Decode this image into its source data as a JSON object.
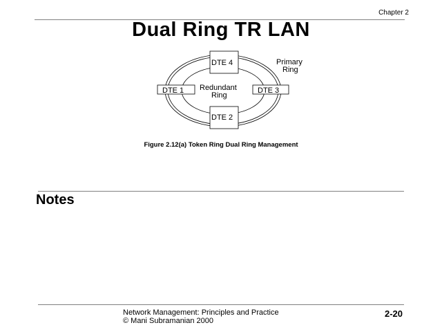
{
  "header": {
    "chapter": "Chapter 2"
  },
  "slide": {
    "title": "Dual Ring TR LAN"
  },
  "figure": {
    "nodes": [
      "DTE 4",
      "DTE 1",
      "DTE 3",
      "DTE 2"
    ],
    "primary_label_1": "Primary",
    "primary_label_2": "Ring",
    "redundant_label_1": "Redundant",
    "redundant_label_2": "Ring",
    "caption": "Figure 2.12(a) Token Ring Dual Ring Management"
  },
  "notes": {
    "heading": "Notes"
  },
  "footer": {
    "line1": "Network Management: Principles and Practice",
    "line2": "© Mani Subramanian 2000",
    "page": "2-20"
  }
}
